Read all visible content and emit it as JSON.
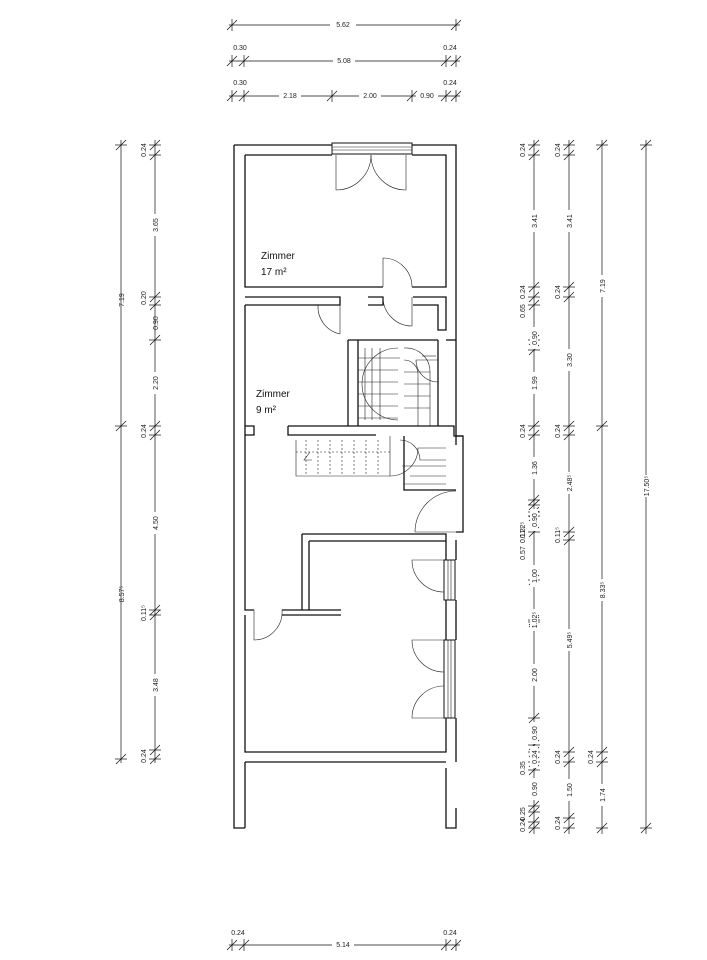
{
  "plan": {
    "rooms": [
      {
        "name": "Zimmer",
        "area": "17 m²"
      },
      {
        "name": "Zimmer",
        "area": "9 m²"
      }
    ],
    "top_dimensions": {
      "row1": {
        "total": "5.62"
      },
      "row2": {
        "left": "0.30",
        "middle": "5.08",
        "right": "0.24"
      },
      "row3": {
        "left": "0.30",
        "a": "2.18",
        "b": "2.00",
        "c": "0.90",
        "right": "0.24"
      }
    },
    "bottom_dimensions": {
      "left": "0.24",
      "middle": "5.14",
      "right": "0.24"
    },
    "left_dimensions": {
      "outer": [
        "7.19",
        "8.57⁵"
      ],
      "inner": [
        "0.24",
        "3.65",
        "0.20",
        "0.90",
        "2.20",
        "0.24",
        "4.50",
        "0.11⁵",
        "3.48",
        "0.24"
      ]
    },
    "right_dimensions": {
      "col1": [
        "0.24",
        "3.41",
        "0.24",
        "0.65",
        "0.90",
        "1.99",
        "0.24",
        "1.36",
        "0.90",
        "0.11⁵",
        "0.57",
        "0.22⁵",
        "1.00",
        "1.02⁵",
        "2.00",
        "0.90",
        "0.35",
        "0.24",
        "0.90",
        "0.25",
        "0.24"
      ],
      "col2": [
        "0.24",
        "3.41",
        "0.24",
        "3.30",
        "0.24",
        "2.48⁵",
        "0.11⁵",
        "5.49⁵",
        "0.24",
        "1.50",
        "0.24"
      ],
      "col3": [
        "7.19",
        "8.33⁵",
        "0.24",
        "1.74"
      ],
      "col4": [
        "17.50⁵"
      ]
    }
  }
}
